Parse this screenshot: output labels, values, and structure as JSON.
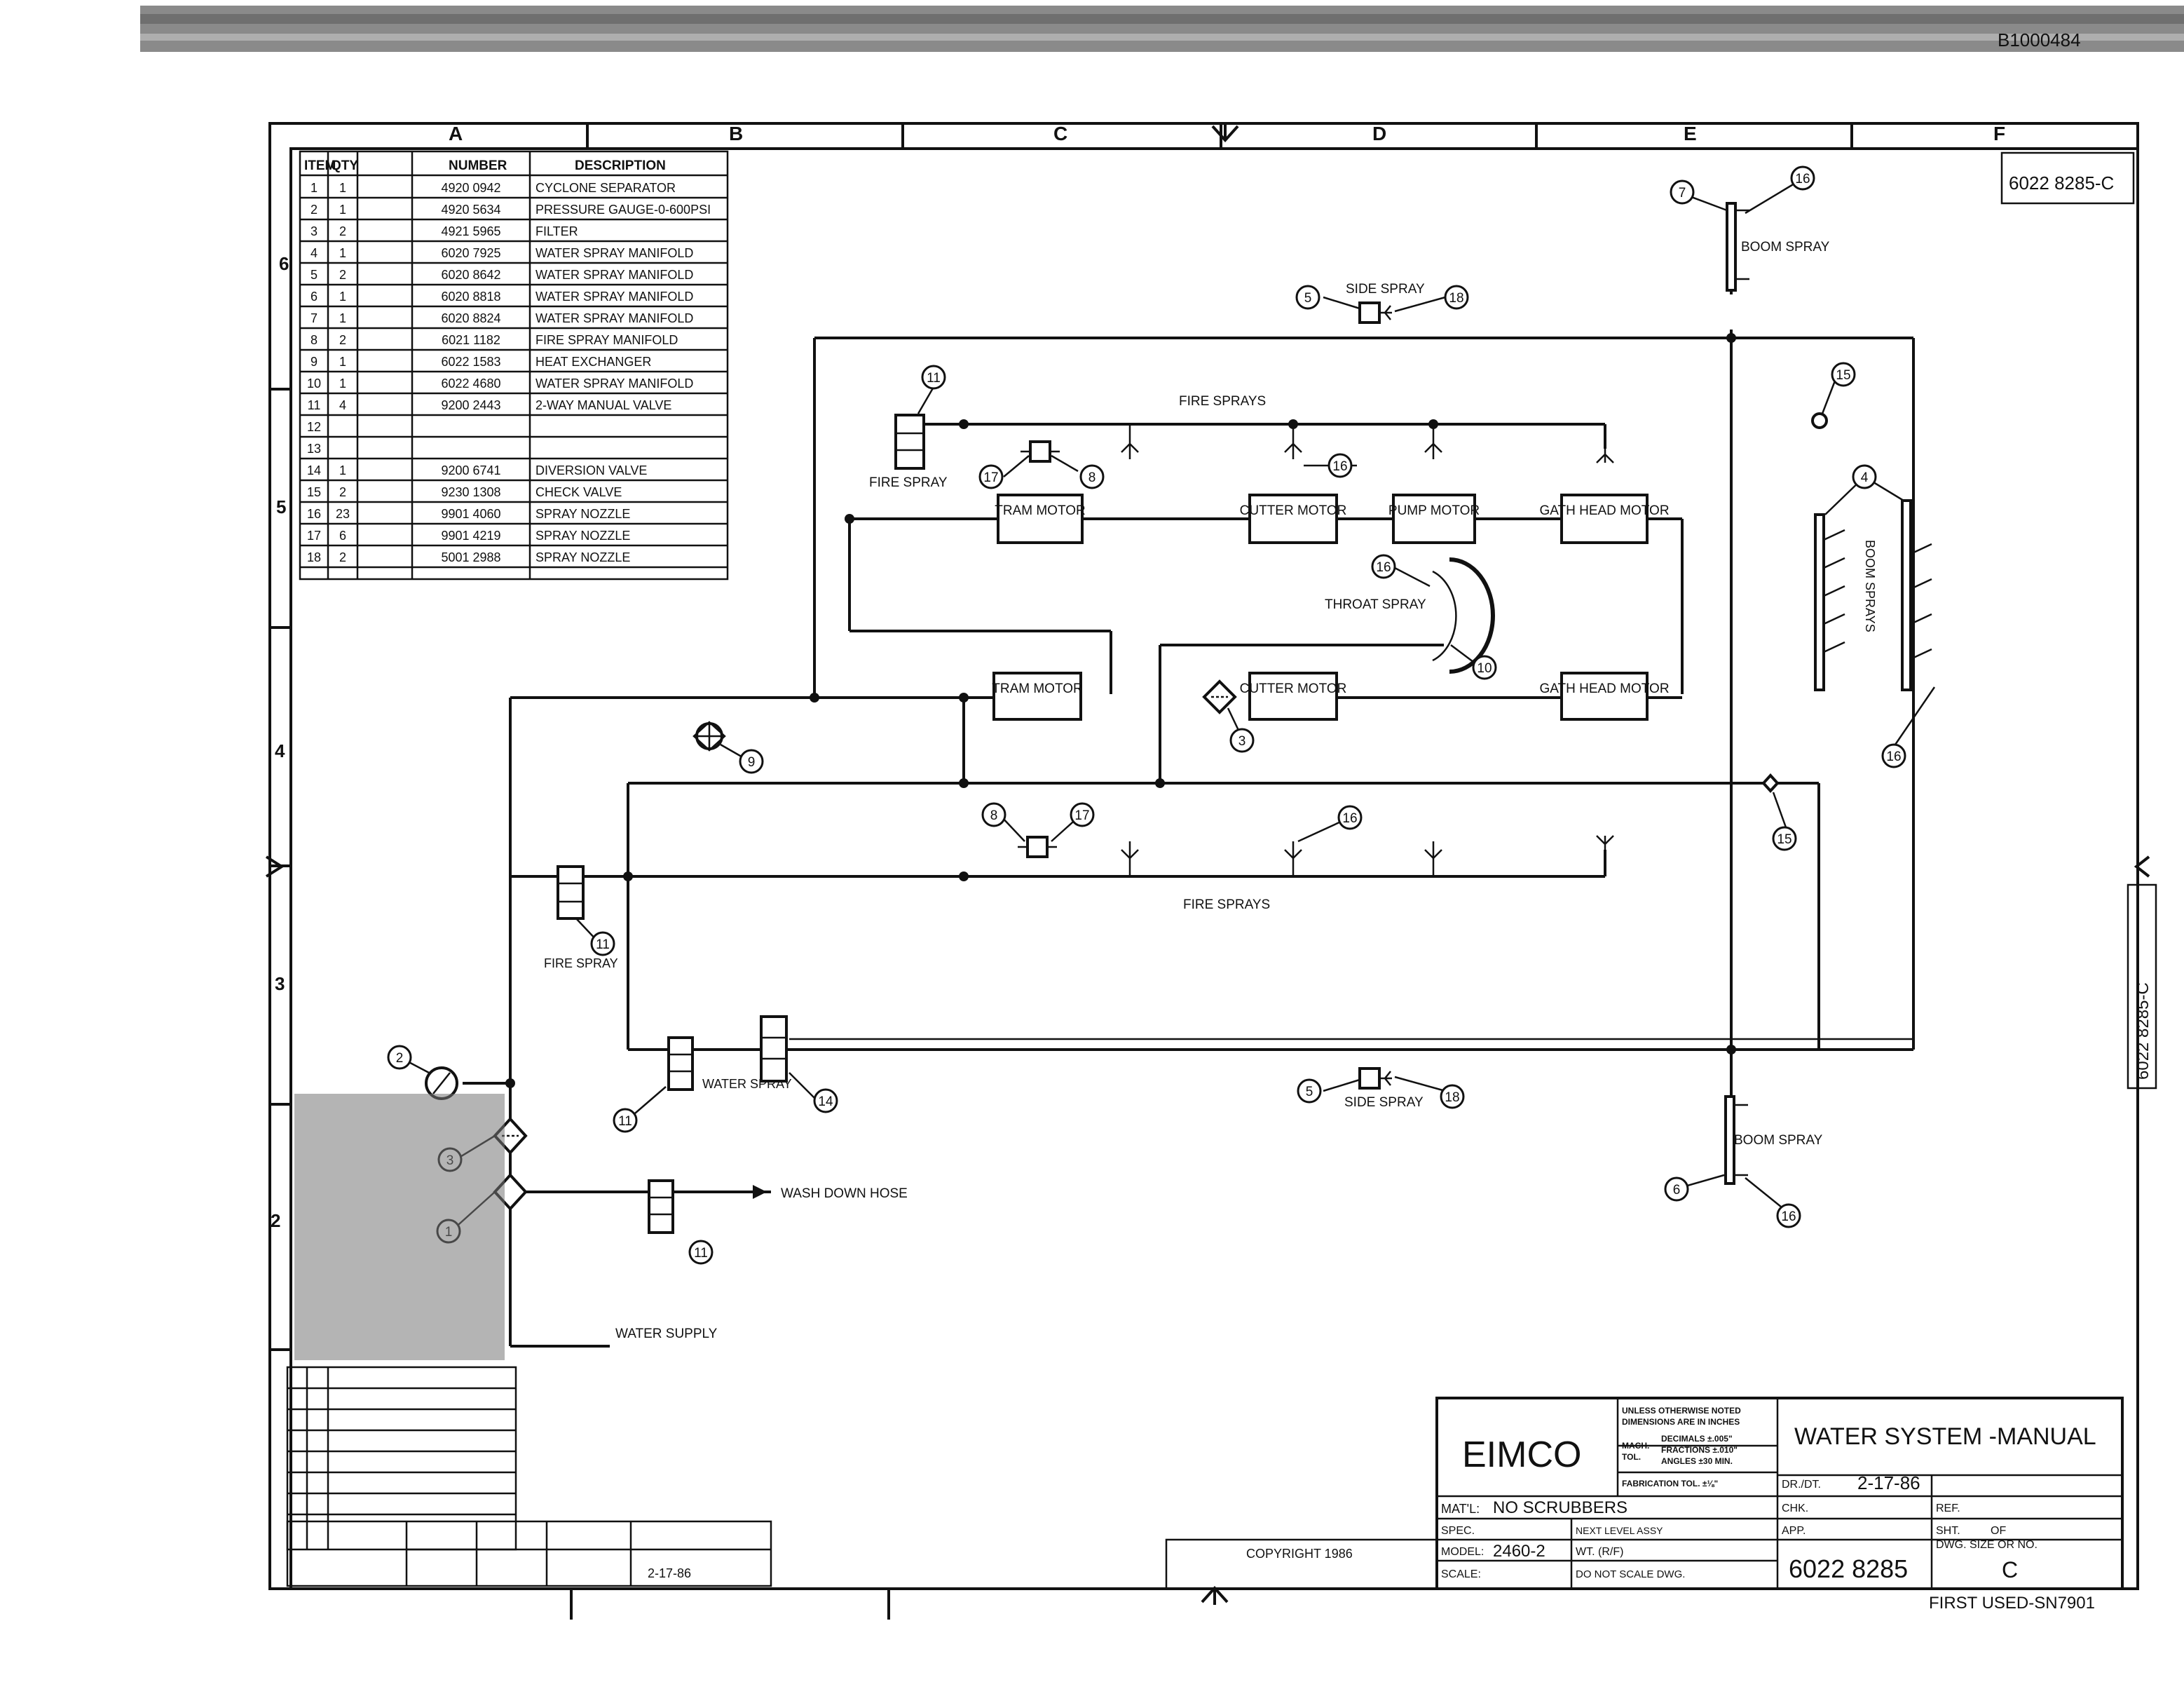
{
  "stamp": "B1000484",
  "corner_number": "6022 8285-C",
  "side_number": "6022 8285-C",
  "zone_letters": [
    "A",
    "B",
    "C",
    "D",
    "E",
    "F"
  ],
  "zone_numbers": [
    "6",
    "5",
    "4",
    "3",
    "2"
  ],
  "parts_table": {
    "headers": [
      "ITEM",
      "QTY",
      "NUMBER",
      "DESCRIPTION"
    ],
    "rows": [
      [
        "1",
        "1",
        "4920 0942",
        "CYCLONE SEPARATOR"
      ],
      [
        "2",
        "1",
        "4920 5634",
        "PRESSURE GAUGE-0-600PSI"
      ],
      [
        "3",
        "2",
        "4921 5965",
        "FILTER"
      ],
      [
        "4",
        "1",
        "6020 7925",
        "WATER SPRAY MANIFOLD"
      ],
      [
        "5",
        "2",
        "6020 8642",
        "WATER SPRAY MANIFOLD"
      ],
      [
        "6",
        "1",
        "6020 8818",
        "WATER SPRAY MANIFOLD"
      ],
      [
        "7",
        "1",
        "6020 8824",
        "WATER SPRAY MANIFOLD"
      ],
      [
        "8",
        "2",
        "6021 1182",
        "FIRE SPRAY MANIFOLD"
      ],
      [
        "9",
        "1",
        "6022 1583",
        "HEAT EXCHANGER"
      ],
      [
        "10",
        "1",
        "6022 4680",
        "WATER SPRAY MANIFOLD"
      ],
      [
        "11",
        "4",
        "9200 2443",
        "2-WAY MANUAL VALVE"
      ],
      [
        "12",
        "",
        "",
        ""
      ],
      [
        "13",
        "",
        "",
        ""
      ],
      [
        "14",
        "1",
        "9200 6741",
        "DIVERSION VALVE"
      ],
      [
        "15",
        "2",
        "9230 1308",
        "CHECK VALVE"
      ],
      [
        "16",
        "23",
        "9901 4060",
        "SPRAY NOZZLE"
      ],
      [
        "17",
        "6",
        "9901 4219",
        "SPRAY NOZZLE"
      ],
      [
        "18",
        "2",
        "5001 2988",
        "SPRAY NOZZLE"
      ]
    ]
  },
  "components": {
    "tram_motor_top": "TRAM MOTOR",
    "cutter_motor_top": "CUTTER MOTOR",
    "pump_motor": "PUMP MOTOR",
    "gath_head_motor_top": "GATH HEAD MOTOR",
    "tram_motor_bottom": "TRAM MOTOR",
    "cutter_motor_bottom": "CUTTER MOTOR",
    "gath_head_motor_bottom": "GATH HEAD MOTOR"
  },
  "labels": {
    "fire_sprays_top": "FIRE SPRAYS",
    "fire_sprays_bottom": "FIRE SPRAYS",
    "fire_spray_left_top": "FIRE SPRAY",
    "fire_spray_left_bottom": "FIRE SPRAY",
    "side_spray_top": "SIDE SPRAY",
    "side_spray_bottom": "SIDE SPRAY",
    "boom_spray_top": "BOOM SPRAY",
    "boom_spray_bottom": "BOOM SPRAY",
    "boom_sprays_vertical": "BOOM SPRAYS",
    "throat_spray": "THROAT SPRAY",
    "water_spray": "WATER SPRAY",
    "wash_down_hose": "WASH DOWN HOSE",
    "water_supply": "WATER SUPPLY"
  },
  "callouts": {
    "c_fire_valve_top": "11",
    "c17_top": "17",
    "c8_top": "8",
    "c16_top": "16",
    "c16_throat": "16",
    "c10": "10",
    "c3_mid": "3",
    "c9": "9",
    "c8_bottom": "8",
    "c17_bottom": "17",
    "c16_bottom_row": "16",
    "c11_fire_bottom": "11",
    "c11_water": "11",
    "c14": "14",
    "c2": "2",
    "c3_low": "3",
    "c1": "1",
    "c11_wash": "11",
    "c5_top": "5",
    "c18_top": "18",
    "c5_bottom": "5",
    "c18_bottom": "18",
    "c7": "7",
    "c16_boom_top": "16",
    "c15_top": "15",
    "c4": "4",
    "c16_boom_right": "16",
    "c15_bottom": "15",
    "c6": "6",
    "c16_boom_bottom": "16"
  },
  "title_block": {
    "company": "EIMCO",
    "title": "WATER SYSTEM -MANUAL",
    "notes_line1": "UNLESS OTHERWISE NOTED",
    "notes_line2": "DIMENSIONS ARE IN INCHES",
    "tol_mach": "MACH.",
    "tol_tol": "TOL.",
    "tol_decimals": "DECIMALS ±.005\"",
    "tol_fractions": "FRACTIONS ±.010\"",
    "tol_angles": "ANGLES ±30 MIN.",
    "fabrication_tol": "FABRICATION TOL. ±⅛\"",
    "dr_label": "DR./DT.",
    "dr_value": "2-17-86",
    "chk_label": "CHK.",
    "ref_label": "REF.",
    "app_label": "APP.",
    "sht_label": "SHT.",
    "sht_of": "OF",
    "dwg_size_label": "DWG. SIZE OR NO.",
    "dwg_size_value": "C",
    "dwg_number": "6022 8285",
    "matl_label": "MAT'L:",
    "matl_value": "NO SCRUBBERS",
    "spec_label": "SPEC.",
    "next_level": "NEXT LEVEL ASSY",
    "model_label": "MODEL:",
    "model_value": "2460-2",
    "wt_label": "WT. (R/F)",
    "scale_label": "SCALE:",
    "do_not_scale": "DO NOT SCALE DWG.",
    "copyright": "COPYRIGHT 1986",
    "first_used": "FIRST USED-SN7901"
  },
  "revision_block": {
    "date": "2-17-86"
  }
}
